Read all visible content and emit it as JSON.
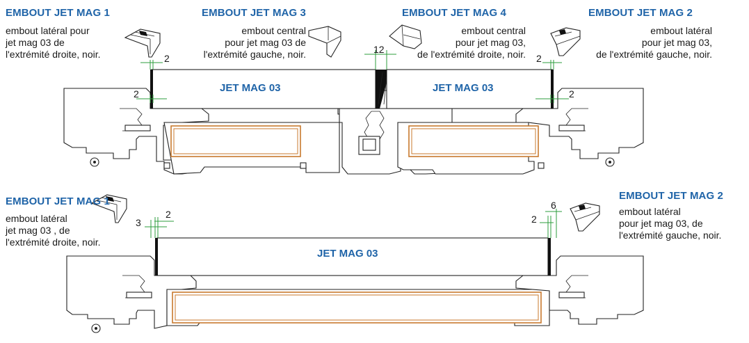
{
  "top": {
    "callouts": [
      {
        "title": "EMBOUT JET MAG 1",
        "desc": "embout latéral pour\njet mag 03 de\nl'extrémité droite, noir."
      },
      {
        "title": "EMBOUT JET MAG 3",
        "desc": "embout central\npour jet mag 03 de\nl'extrémité gauche, noir."
      },
      {
        "title": "EMBOUT JET MAG 4",
        "desc": "embout central\npour jet mag 03,\nde l'extrémité droite, noir."
      },
      {
        "title": "EMBOUT JET MAG 2",
        "desc": "embout latéral\npour jet mag 03,\nde l'extrémité gauche, noir."
      }
    ],
    "labels": [
      "JET MAG 03",
      "JET MAG 03"
    ],
    "dims": [
      "2",
      "2",
      "12",
      "2",
      "2"
    ]
  },
  "bottom": {
    "callouts": [
      {
        "title": "EMBOUT JET MAG 1",
        "desc": "embout latéral\njet mag 03 , de\nl'extrémité droite, noir."
      },
      {
        "title": "EMBOUT JET MAG 2",
        "desc": "embout latéral\npour jet mag 03, de\nl'extrémité gauche, noir."
      }
    ],
    "label": "JET MAG 03",
    "dims": [
      "3",
      "2",
      "6",
      "2"
    ]
  },
  "colors": {
    "accent": "#1f64a8",
    "frame": "#c87a2e",
    "dim_line": "#2e9e3c"
  }
}
